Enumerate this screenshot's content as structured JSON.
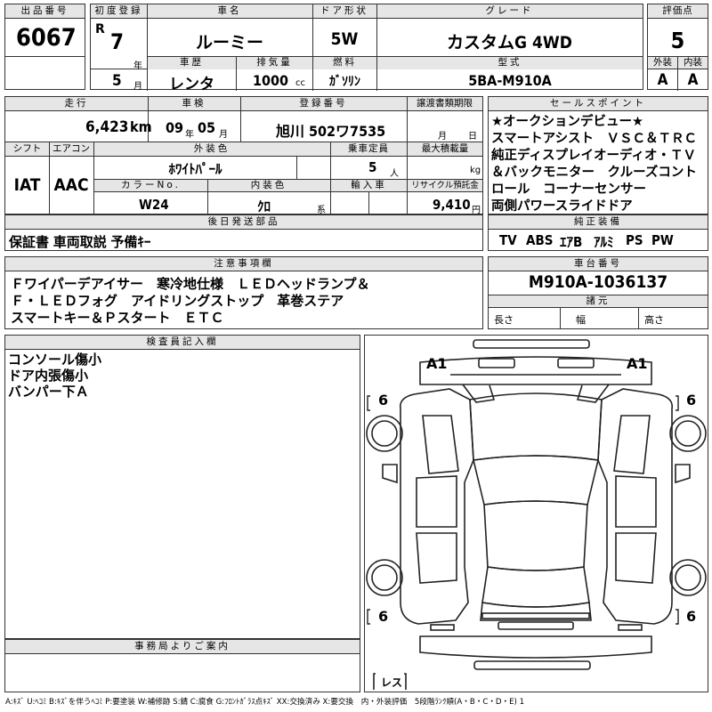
{
  "header": {
    "lot_label": "出品番号",
    "lot": "6067",
    "first_reg_label": "初度登録",
    "era": "R",
    "year": "7",
    "year_unit": "年",
    "month": "5",
    "month_unit": "月",
    "car_name_label": "車名",
    "car_name": "ルーミー",
    "door_label": "ドア形状",
    "door": "5W",
    "grade_label": "グレード",
    "grade": "カスタムG 4WD",
    "score_label": "評価点",
    "score": "5",
    "history_label": "車歴",
    "history": "レンタ",
    "displacement_label": "排気量",
    "displacement": "1000",
    "cc": "cc",
    "fuel_label": "燃料",
    "fuel": "ｶﾞｿﾘﾝ",
    "model_label": "型式",
    "model": "5BA-M910A",
    "ext_label": "外装",
    "ext": "A",
    "int_label": "内装",
    "int": "A"
  },
  "row2": {
    "mileage_label": "走行",
    "mileage": "6,423",
    "km": "km",
    "inspection_label": "車検",
    "insp_y": "09",
    "insp_y_unit": "年",
    "insp_m": "05",
    "insp_m_unit": "月",
    "plate_label": "登録番号",
    "plate": "旭川 502ワ7535",
    "transfer_label": "譲渡書類期限",
    "transfer_m_unit": "月",
    "transfer_d_unit": "日",
    "shift_label": "シフト",
    "shift": "IAT",
    "ac_label": "エアコン",
    "ac": "AAC",
    "color_label": "外装色",
    "color": "ﾎﾜｲﾄﾊﾟｰﾙ",
    "capacity_label": "乗車定員",
    "capacity": "5",
    "capacity_unit": "人",
    "load_label": "最大積載量",
    "load_unit": "kg",
    "color_no_label": "カラーNo.",
    "color_no": "W24",
    "interior_label": "内装色",
    "interior": "ｸﾛ",
    "interior_unit": "系",
    "import_label": "輸入車",
    "recycle_label": "リサイクル預託金",
    "recycle": "9,410",
    "recycle_unit": "円"
  },
  "sales": {
    "label": "セールスポイント",
    "lines": [
      "★オークションデビュー★",
      "スマートアシスト　ＶＳＣ＆ＴＲＣ",
      "純正ディスプレイオーディオ・ＴＶ",
      "＆バックモニター　クルーズコント",
      "ロール　コーナーセンサー",
      "両側パワースライドドア"
    ]
  },
  "parts": {
    "label": "後日発送部品",
    "text": "保証書 車両取説 予備ｷｰ"
  },
  "equipment": {
    "label": "純正装備",
    "items": [
      "TV",
      "ABS",
      "ｴｱB",
      "ｱﾙﾐ",
      "PS",
      "PW"
    ]
  },
  "notes": {
    "label": "注意事項欄",
    "lines": [
      "Ｆワイパーデアイサー　寒冷地仕様　ＬＥＤヘッドランプ＆",
      "Ｆ・ＬＥＤフォグ　アイドリングストップ　革巻ステア",
      "スマートキー＆Ｐスタート　ＥＴＣ"
    ]
  },
  "chassis": {
    "label": "車台番号",
    "number": "M910A-1036137",
    "spec_label": "諸元",
    "length": "長さ",
    "width": "幅",
    "height": "高さ"
  },
  "inspector": {
    "label": "検査員記入欄",
    "lines": [
      "コンソール傷小",
      "ドア内張傷小",
      "バンパー下Ａ"
    ]
  },
  "office": {
    "label": "事務局よりご案内"
  },
  "diagram": {
    "a1_left": "A1",
    "a1_right": "A1",
    "tire_tl": "6",
    "tire_tr": "6",
    "tire_bl": "6",
    "tire_br": "6",
    "spare": "レス"
  },
  "legend": "A:ｷｽﾞ U:ﾍｺﾐ B:ｷｽﾞを伴うﾍｺﾐ P:要塗装 W:補修跡 S:錆 C:腐食 G:ﾌﾛﾝﾄｶﾞﾗｽ点ｷｽﾞ XX:交換済み X:要交換　内・外装評価　5段階ﾗﾝｸ順(A・B・C・D・E) 1"
}
